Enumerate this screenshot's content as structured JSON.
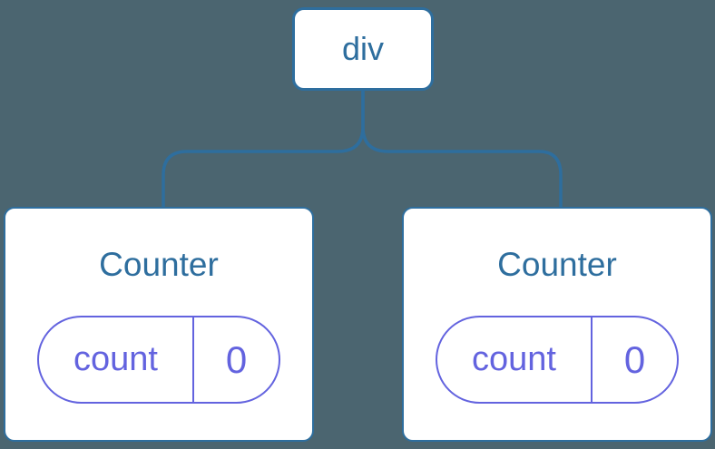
{
  "colors": {
    "background": "#4B6570",
    "node_stroke": "#2E6E9E",
    "node_fill": "#FFFFFF",
    "state_accent": "#6363DF"
  },
  "tree": {
    "root": {
      "label": "div"
    },
    "children": [
      {
        "title": "Counter",
        "state": {
          "key": "count",
          "value": "0"
        }
      },
      {
        "title": "Counter",
        "state": {
          "key": "count",
          "value": "0"
        }
      }
    ]
  }
}
